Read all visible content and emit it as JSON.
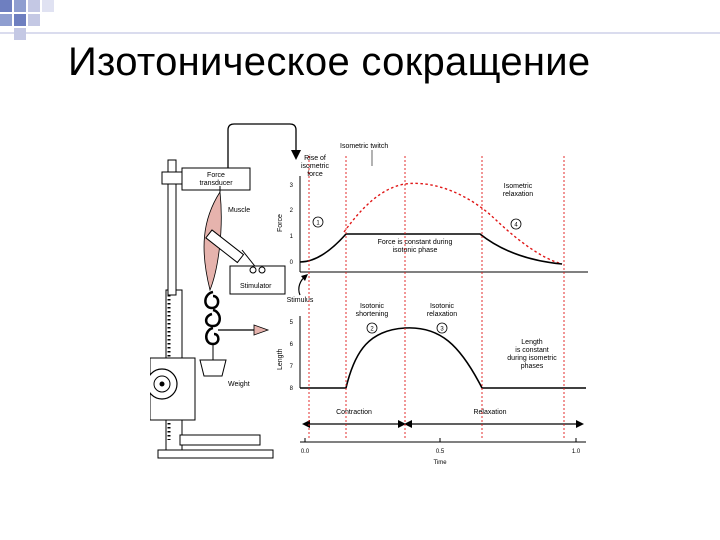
{
  "slide": {
    "title": "Изотоническое сокращение"
  },
  "colors": {
    "bullet_squares": "#6e7fc0",
    "rule_line": "#c4c8e4",
    "muscle_fill": "#e6b3ad",
    "dotted_red": "#e01818",
    "ink": "#000000"
  },
  "apparatus": {
    "force_transducer": "Force\ntransducer",
    "muscle": "Muscle",
    "stimulator": "Stimulator",
    "weight": "Weight"
  },
  "force_graph": {
    "ylabel": "Force",
    "yticks": [
      "3",
      "2",
      "1",
      "0"
    ],
    "isometric_twitch": "Isometric twitch",
    "rise_of_isometric_force": "Rise of\nisometric\nforce",
    "isometric_relaxation": "Isometric\nrelaxation",
    "force_constant": "Force is constant during\nisotonic phase",
    "phase_1": "1",
    "phase_4": "4"
  },
  "stimulus_label": "Stimulus",
  "length_graph": {
    "ylabel": "Length",
    "yticks": [
      "5",
      "6",
      "7",
      "8"
    ],
    "isotonic_shortening": "Isotonic\nshortening",
    "isotonic_relaxation": "Isotonic\nrelaxation",
    "length_constant": "Length\nis constant\nduring isometric\nphases",
    "phase_2": "2",
    "phase_3": "3"
  },
  "phases": {
    "contraction": "Contraction",
    "relaxation": "Relaxation"
  },
  "time_axis": {
    "label": "Time",
    "ticks": [
      "0.0",
      "0.5",
      "1.0"
    ]
  }
}
